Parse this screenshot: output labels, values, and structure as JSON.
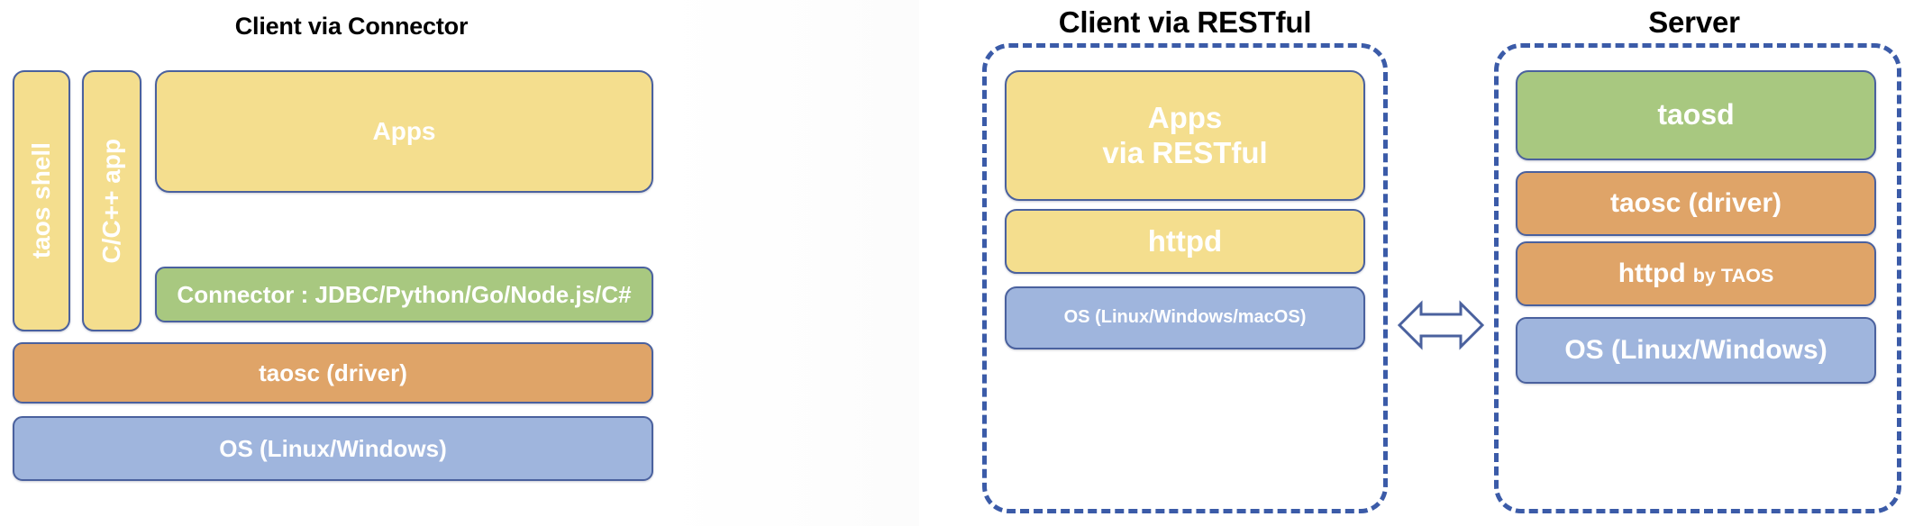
{
  "diagram": {
    "title_client_connector": "Client via Connector",
    "title_client_restful": "Client via RESTful",
    "title_server": "Server"
  },
  "colors": {
    "yellow": "#F4DE8E",
    "green": "#A8C880",
    "orange": "#DFA468",
    "blue": "#9FB5DD",
    "box_border": "#4A619E",
    "dashed_border": "#3B5BA8",
    "title_text": "#000000",
    "box_text": "#FFFFFF"
  },
  "client_connector": {
    "taos_shell": "taos shell",
    "cpp_app": "C/C++ app",
    "apps": "Apps",
    "connector": "Connector : JDBC/Python/Go/Node.js/C#",
    "taosc": "taosc (driver)",
    "os": "OS (Linux/Windows)"
  },
  "client_restful": {
    "apps_line1": "Apps",
    "apps_line2": "via RESTful",
    "httpd": "httpd",
    "os": "OS (Linux/Windows/macOS)"
  },
  "server": {
    "taosd": "taosd",
    "taosc": "taosc (driver)",
    "httpd_main": "httpd",
    "httpd_sub": "by TAOS",
    "os": "OS (Linux/Windows)"
  },
  "connection": {
    "arrow": "bidirectional-arrow"
  }
}
